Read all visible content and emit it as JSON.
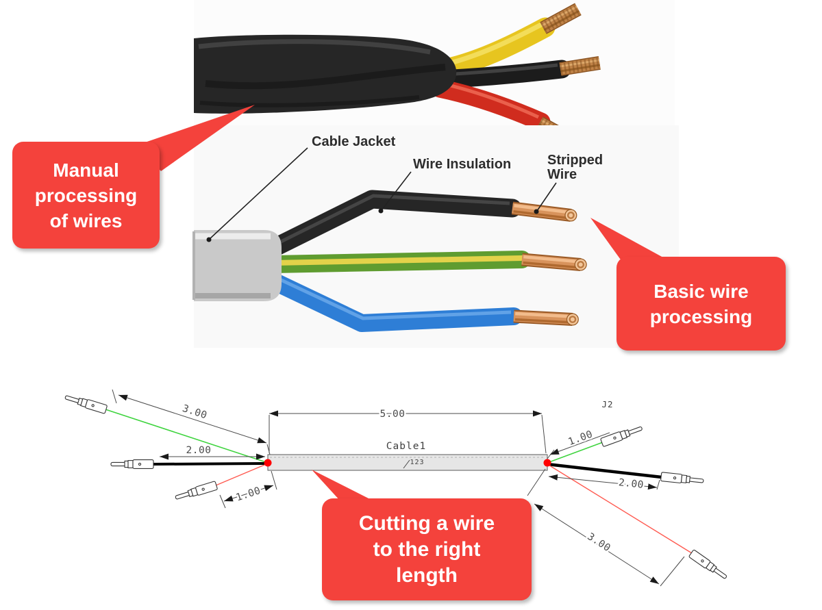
{
  "callouts": {
    "manual": {
      "lines": [
        "Manual",
        "processing",
        "of wires"
      ]
    },
    "basic": {
      "lines": [
        "Basic wire",
        "processing"
      ]
    },
    "cutting": {
      "lines": [
        "Cutting a wire",
        "to the right",
        "length"
      ]
    }
  },
  "illustration": {
    "labels": {
      "cable_jacket": "Cable Jacket",
      "wire_insulation": "Wire Insulation",
      "stripped_line1": "Stripped",
      "stripped_line2": "Wire"
    }
  },
  "drawing": {
    "cable_name": "Cable1",
    "cable_id": "123",
    "connector_ref": "J2",
    "dimensions": {
      "left_green": "3.00",
      "left_black": "2.00",
      "left_red": "1.00",
      "overall": "5.00",
      "right_green": "1.00",
      "right_black": "2.00",
      "right_red": "3.00"
    }
  },
  "colors": {
    "callout_red": "#f4423c",
    "wire_yellow": "#e7c51f",
    "wire_black": "#1c1c1c",
    "wire_red_photo": "#d02c1e",
    "wire_green": "#5f9c30",
    "wire_green_stripe": "#e3d24a",
    "wire_blue": "#2e7ed6",
    "copper": "#c08347",
    "node_red": "#ff0000",
    "lead_green": "#3fd43f",
    "lead_red": "#ff5a50"
  }
}
